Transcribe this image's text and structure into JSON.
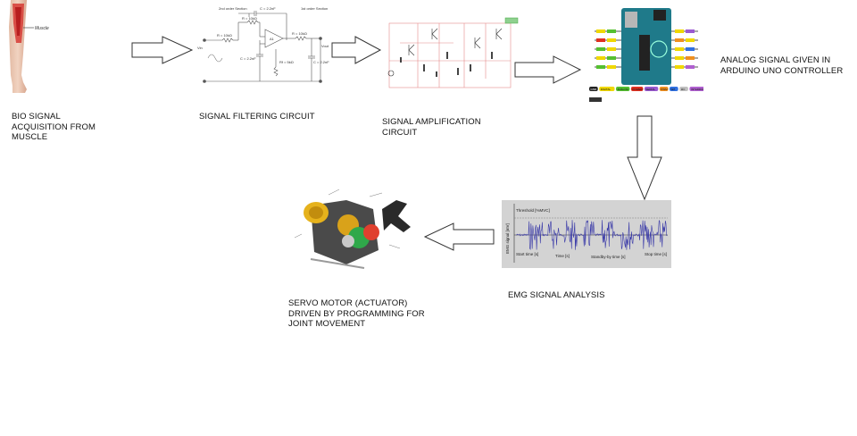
{
  "steps": {
    "acquisition": {
      "line1": "BIO SIGNAL",
      "line2": "ACQUISITION FROM",
      "line3": "MUSCLE",
      "img_label": "Muscle"
    },
    "filtering": {
      "line1": "SIGNAL FILTERING CIRCUIT",
      "labels": {
        "section_left": "2nd order Section",
        "section_right": "1st order Section",
        "r1": "R = 10kΩ",
        "r2": "R = 10kΩ",
        "c1": "C = 2.2nF",
        "c2": "C = 2.2nF",
        "r3": "R = 10kΩ",
        "r4": "Rf = 5kΩ",
        "opamp": "A1",
        "c3": "C = 2.2nF",
        "vin": "Vin",
        "vout": "Vout"
      }
    },
    "amplification": {
      "line1": "SIGNAL AMPLIFICATION",
      "line2": "CIRCUIT"
    },
    "controller": {
      "line1": "ANALOG SIGNAL GIVEN IN",
      "line2": "ARDUINO UNO CONTROLLER",
      "legend": [
        "GND",
        "DIGITAL",
        "ANALOG",
        "POWER",
        "SERIAL",
        "PWM",
        "SPI",
        "I2C",
        "INTERRUPT"
      ],
      "legend_colors": [
        "#222222",
        "#f0d800",
        "#55c030",
        "#e03020",
        "#9a5ad0",
        "#f09020",
        "#3070e0",
        "#c0c0c0",
        "#b060d0"
      ]
    },
    "analysis": {
      "line1": "EMG SIGNAL ANALYSIS",
      "labels": {
        "threshold": "Threshold [%MVC]",
        "start": "Start time [s]",
        "standby": "Standby-by time [s]",
        "stop": "Stop time [s]",
        "time": "Time [s]",
        "ylabel": "EMG signal [mV]"
      }
    },
    "actuator": {
      "line1": "SERVO MOTOR (ACTUATOR)",
      "line2": "DRIVEN BY PROGRAMMING FOR",
      "line3": "JOINT MOVEMENT"
    }
  },
  "colors": {
    "arrow_stroke": "#333333",
    "emg_signal": "#3a3aa8",
    "emg_bg": "#d3d3d3"
  }
}
